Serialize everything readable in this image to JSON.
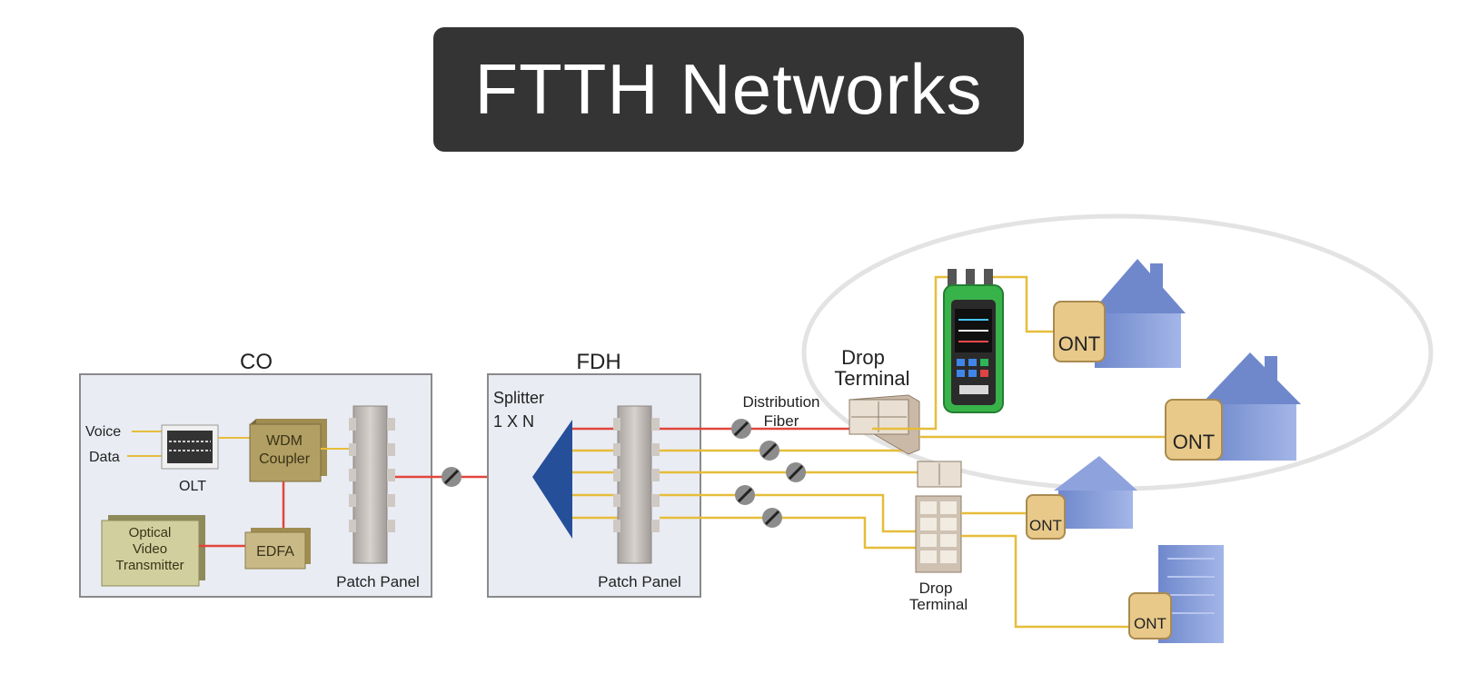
{
  "title": "FTTH Networks",
  "colors": {
    "banner_bg": "#343434",
    "fiber_red": "#e0463c",
    "fiber_yellow": "#e6bd3a",
    "box_fill": "#eaecf4",
    "box_stroke": "#8a8a8a",
    "splitter": "#264f9a",
    "ont": "#e8c98a",
    "house": "#7f97d8",
    "meter": "#38b34a"
  },
  "co": {
    "title": "CO",
    "voice": "Voice",
    "data": "Data",
    "olt": "OLT",
    "wdm_line1": "WDM",
    "wdm_line2": "Coupler",
    "ovt_line1": "Optical",
    "ovt_line2": "Video",
    "ovt_line3": "Transmitter",
    "edfa": "EDFA",
    "patch_panel": "Patch Panel"
  },
  "fdh": {
    "title": "FDH",
    "splitter_line1": "Splitter",
    "splitter_line2": "1 X N",
    "patch_panel": "Patch Panel"
  },
  "distribution_line1": "Distribution",
  "distribution_line2": "Fiber",
  "drop_terminal_top_line1": "Drop",
  "drop_terminal_top_line2": "Terminal",
  "drop_terminal_bottom_line1": "Drop",
  "drop_terminal_bottom_line2": "Terminal",
  "ont_labels": [
    "ONT",
    "ONT",
    "ONT",
    "ONT"
  ]
}
